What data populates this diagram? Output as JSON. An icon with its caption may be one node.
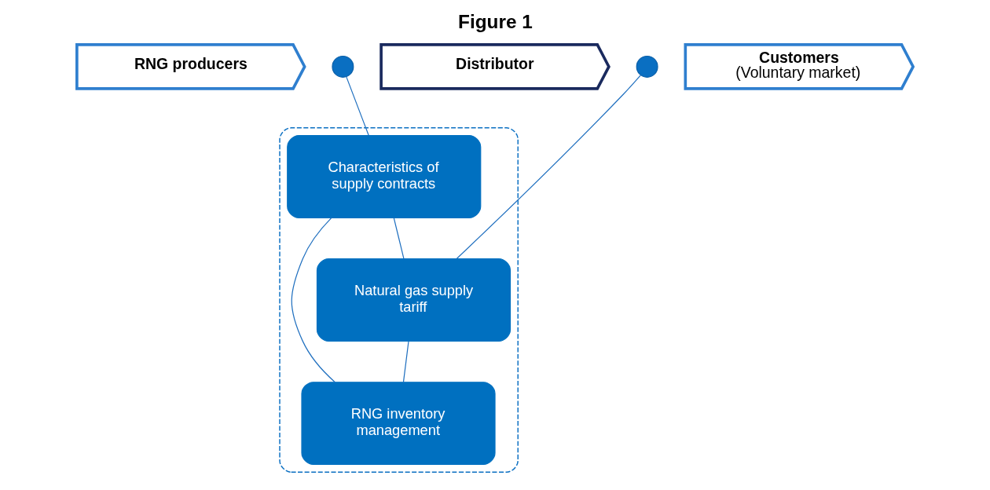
{
  "diagram": {
    "title": "Figure 1",
    "nodes": [
      {
        "text": [
          "RNG producers"
        ]
      },
      {
        "text": [
          "Distributor"
        ]
      },
      {
        "text": [
          "Customers",
          "(Voluntary market)"
        ]
      },
      {
        "text": [],
        "shape": "circle"
      },
      {
        "text": [],
        "shape": "circle"
      },
      {
        "text": [],
        "shape": "box"
      },
      {
        "text": [
          "Characteristics of supply contracts"
        ],
        "in": 5
      },
      {
        "text": [
          "Natural gas supply tariff"
        ],
        "in": 5
      },
      {
        "text": [
          "RNG inventory management"
        ],
        "in": 5
      }
    ],
    "edges": [
      {
        "from": 3,
        "to": 6,
        "arrow": "none"
      },
      {
        "from": 4,
        "to": 7,
        "arrow": "none"
      },
      {
        "from": 6,
        "to": 7,
        "arrow": "none"
      },
      {
        "from": 6,
        "to": 8,
        "arrow": "none"
      },
      {
        "from": 7,
        "to": 8,
        "arrow": "none"
      }
    ]
  }
}
